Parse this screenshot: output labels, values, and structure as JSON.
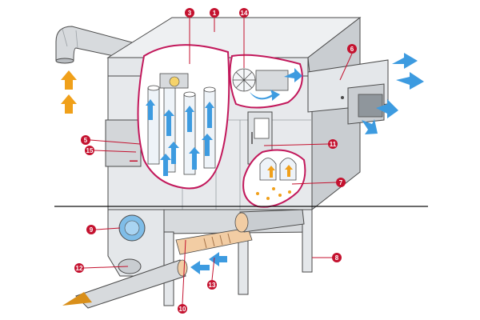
{
  "colors": {
    "marker": "#c4122f",
    "outline": "#c2185b",
    "airflow": "#3d9be0",
    "dust": "#f0a01a",
    "steel_light": "#eef0f2",
    "steel_mid": "#d7dadd",
    "steel_dark": "#b9bdc1",
    "edge": "#4a4a4a"
  },
  "callouts": [
    {
      "id": "c1",
      "label": "1"
    },
    {
      "id": "c3",
      "label": "3"
    },
    {
      "id": "c14",
      "label": "14"
    },
    {
      "id": "c6",
      "label": "6"
    },
    {
      "id": "c5",
      "label": "5"
    },
    {
      "id": "c15",
      "label": "15"
    },
    {
      "id": "c11",
      "label": "11"
    },
    {
      "id": "c7",
      "label": "7"
    },
    {
      "id": "c9",
      "label": "9"
    },
    {
      "id": "c12",
      "label": "12"
    },
    {
      "id": "c8",
      "label": "8"
    },
    {
      "id": "c13",
      "label": "13"
    },
    {
      "id": "c10",
      "label": "10"
    }
  ],
  "icons": {
    "airflow": "arrow-icon",
    "dust": "dust-arrow-icon",
    "fan": "fan-icon"
  }
}
